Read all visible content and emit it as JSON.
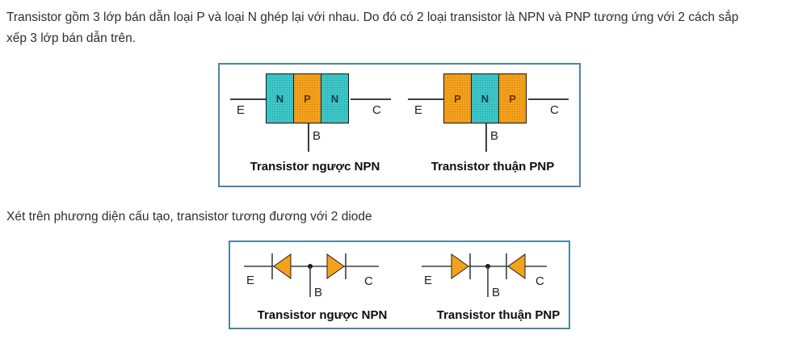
{
  "page": {
    "background": "#ffffff"
  },
  "paragraphs": {
    "intro_lines": [
      "Transistor gồm 3 lớp bán dẫn loại P và loại N ghép lại với nhau. Do đó có 2 loại transistor là NPN và PNP tương ứng với 2 cách sắp",
      "xếp 3 lớp bán dẫn trên."
    ],
    "equivalence": "Xét trên phương diện cấu tạo, transistor tương đương với 2 diode"
  },
  "figures": {
    "layer_model": {
      "npn": {
        "layers": [
          "N",
          "P",
          "N"
        ],
        "emitter": "E",
        "base": "B",
        "collector": "C",
        "caption": "Transistor ngược NPN"
      },
      "pnp": {
        "layers": [
          "P",
          "N",
          "P"
        ],
        "emitter": "E",
        "base": "B",
        "collector": "C",
        "caption": "Transistor thuận PNP"
      }
    },
    "diode_model": {
      "npn": {
        "emitter": "E",
        "base": "B",
        "collector": "C",
        "caption": "Transistor ngược NPN",
        "emitter_diode_direction": "points-to-emitter",
        "collector_diode_direction": "points-to-collector"
      },
      "pnp": {
        "emitter": "E",
        "base": "B",
        "collector": "C",
        "caption": "Transistor thuận PNP",
        "emitter_diode_direction": "points-to-base",
        "collector_diode_direction": "points-to-base"
      }
    }
  },
  "colors": {
    "n_layer": "#3EC7C7",
    "p_layer": "#F4A11C",
    "figure_border": "#4C86A0",
    "wire": "#3F3F3F",
    "n_letter": "#12365C",
    "p_letter": "#6E3000"
  }
}
